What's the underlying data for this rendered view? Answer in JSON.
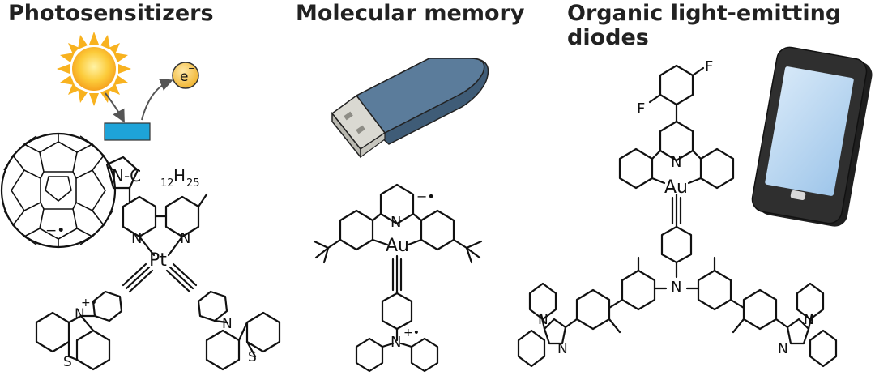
{
  "headings": {
    "photosensitizers": "Photosensitizers",
    "molecular_memory": "Molecular memory",
    "oled": "Organic light-emitting diodes"
  },
  "labels": {
    "electron": "e",
    "electron_charge": "−",
    "alkyl_prefix": "N-C",
    "alkyl_sub1": "12",
    "alkyl_h": "H",
    "alkyl_sub2": "25",
    "radical_anion": "−•",
    "radical_cation": "+•",
    "platinum": "Pt",
    "gold": "Au",
    "nitrogen": "N",
    "sulfur": "S",
    "fluorine": "F"
  },
  "icons": [
    "sun-icon",
    "usb-drive-icon",
    "smartphone-icon"
  ],
  "colors": {
    "sun": "#FBB824",
    "electron_ball": "#F5C242",
    "substrate": "#1EA3D8",
    "usb_body": "#51718F",
    "usb_connector": "#D4D3CB",
    "phone_body": "#2B2B2B",
    "phone_screen": "#B7D5EF"
  }
}
